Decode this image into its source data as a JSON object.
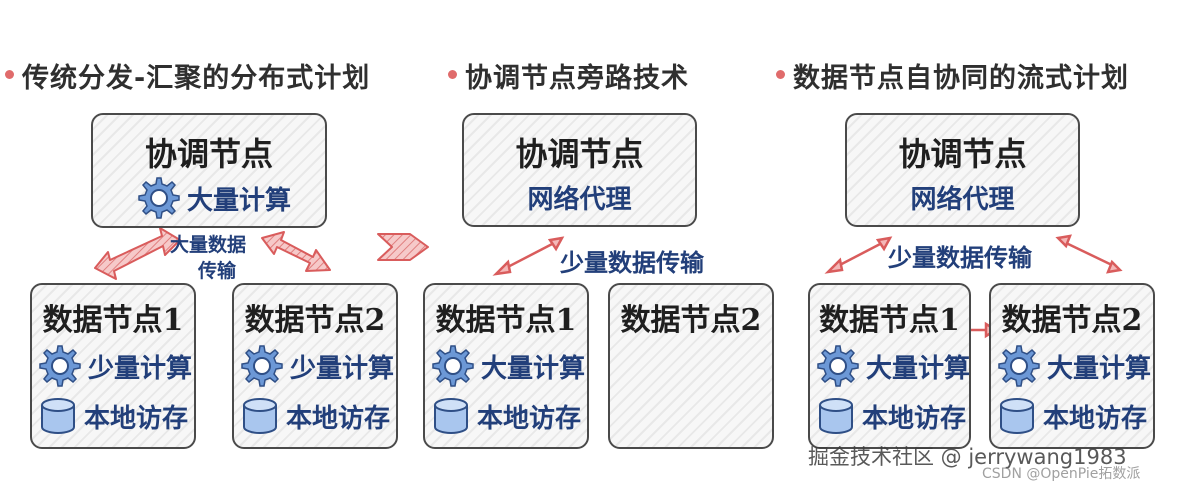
{
  "sections": [
    {
      "title": "传统分发-汇聚的分布式计划"
    },
    {
      "title": "协调节点旁路技术"
    },
    {
      "title": "数据节点自协同的流式计划"
    }
  ],
  "coordinator": {
    "title": "协调节点",
    "compute_label": "大量计算",
    "proxy_label": "网络代理"
  },
  "data_nodes": {
    "node1": "数据节点1",
    "node2": "数据节点2",
    "small_compute": "少量计算",
    "large_compute": "大量计算",
    "local_storage": "本地访存"
  },
  "transfer_labels": {
    "large_line1": "大量数据",
    "large_line2": "传输",
    "small": "少量数据传输"
  },
  "watermark": {
    "main": "掘金技术社区 @ jerrywang1983",
    "csdn": "CSDN @OpenPie拓数派"
  },
  "colors": {
    "arrow_fill": "#f4b8b8",
    "arrow_stroke": "#d95c5c",
    "label_blue": "#223f7a",
    "gear_blue": "#6c98d6",
    "db_blue": "#a9c6ee"
  },
  "icons": [
    "gear-icon",
    "database-icon",
    "double-arrow-icon",
    "chevron-right-icon"
  ]
}
